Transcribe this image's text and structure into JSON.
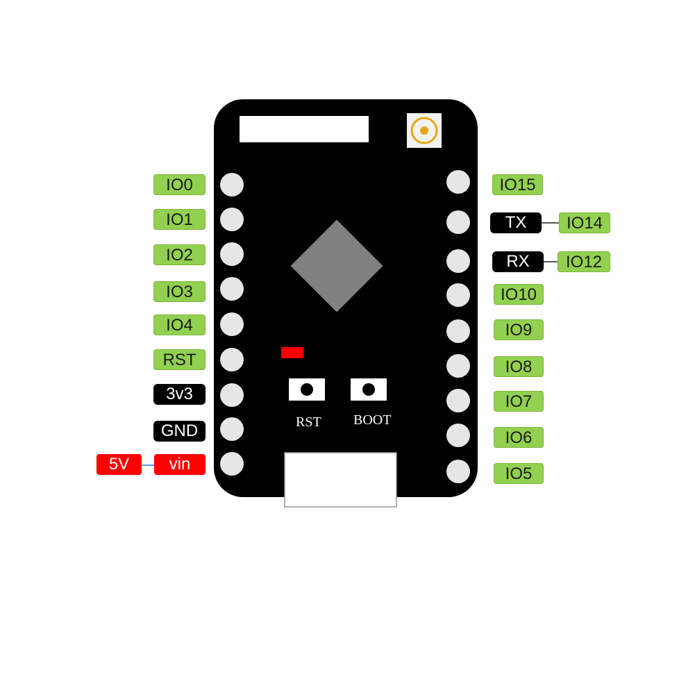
{
  "left_pins": [
    "IO0",
    "IO1",
    "IO2",
    "IO3",
    "IO4",
    "RST",
    "3v3",
    "GND",
    "vin"
  ],
  "right_pins": [
    "IO15",
    "IO14",
    "IO12",
    "IO10",
    "IO9",
    "IO8",
    "IO7",
    "IO6",
    "IO5"
  ],
  "right_alt": {
    "tx": "TX",
    "rx": "RX"
  },
  "power_alt": "5V",
  "buttons": {
    "rst": "RST",
    "boot": "BOOT"
  },
  "colors": {
    "gpio_label": "#92d050",
    "power_label": "#000000",
    "voltage_label": "#ff0000",
    "board": "#000000",
    "pin_pad": "#e6e6e6",
    "chip": "#808080",
    "led": "#ff0000",
    "antenna": "#e6a817"
  }
}
